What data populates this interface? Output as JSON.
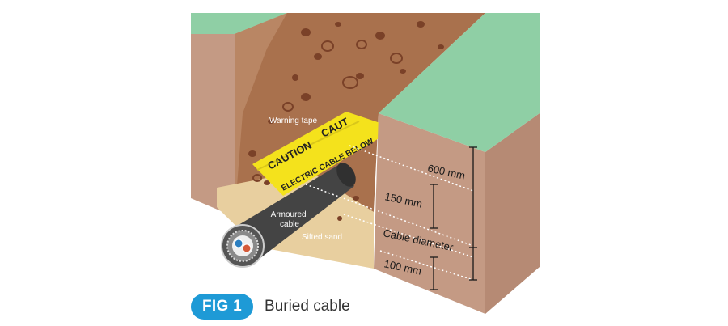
{
  "labels": {
    "warning_tape": "Warning tape",
    "tape_text_top": "CAUTION",
    "tape_text_top_cut": "CAUT",
    "tape_text_bottom": "ELECTRIC CABLE BELOW",
    "armoured_cable": "Armoured cable",
    "sifted_sand": "Sifted sand",
    "depth_600": "600 mm",
    "depth_150": "150 mm",
    "cable_diameter": "Cable diameter",
    "depth_100": "100 mm"
  },
  "caption": {
    "number": "FIG 1",
    "title": "Buried cable"
  },
  "colors": {
    "grass": "#8fcfa5",
    "soil_face": "#c49a84",
    "soil_side": "#b68a74",
    "trench_soil": "#a9714d",
    "stones": "#7a4128",
    "sand": "#e8cf9f",
    "tape": "#f4e21c",
    "cable": "#444444",
    "accent": "#1e9ad6"
  }
}
